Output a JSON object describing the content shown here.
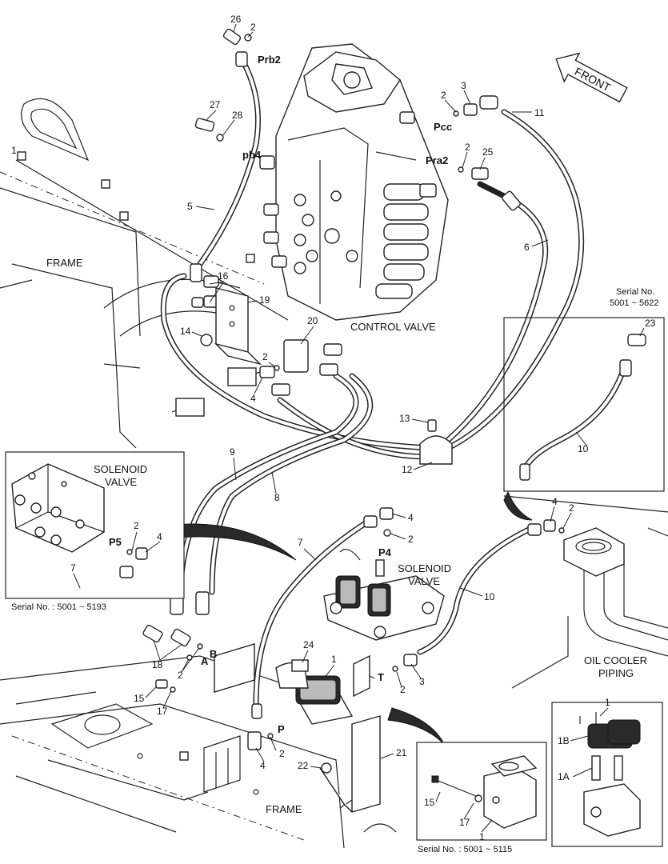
{
  "labels": {
    "frame_top": "FRAME",
    "frame_bottom": "FRAME",
    "control_valve": "CONTROL VALVE",
    "front": "FRONT",
    "solenoid_valve_right": "SOLENOID\nVALVE",
    "solenoid_valve_inset": "SOLENOID\nVALVE",
    "oil_cooler": "OIL COOLER\nPIPING",
    "serial_top_right": "Serial No.\n5001 ~ 5622",
    "serial_left": "Serial No. : 5001 ~ 5193",
    "serial_bottom": "Serial No. : 5001 ~ 5115"
  },
  "ports": {
    "prb2": "Prb2",
    "pcc": "Pcc",
    "pra2": "Pra2",
    "pb4": "pb4",
    "p5": "P5",
    "p4": "P4",
    "p": "P",
    "t": "T",
    "a": "A",
    "b": "B"
  },
  "callouts": {
    "c26": "26",
    "c2_a": "2",
    "c2_b": "2",
    "c3_a": "3",
    "c11": "11",
    "c27": "27",
    "c28": "28",
    "c2_c": "2",
    "c25": "25",
    "c5": "5",
    "c6": "6",
    "c16": "16",
    "c19": "19",
    "c14": "14",
    "c20": "20",
    "c2_d": "2",
    "c4_a": "4",
    "c23": "23",
    "c13": "13",
    "c10_a": "10",
    "c12": "12",
    "c9": "9",
    "c8": "8",
    "c4_b": "4",
    "c2_e": "2",
    "c7_a": "7",
    "c4_c": "4",
    "c2_f": "2",
    "c7_b": "7",
    "c4_d": "4",
    "c2_g": "2",
    "c10_b": "10",
    "c24": "24",
    "c1_a": "1",
    "c18": "18",
    "c2_h": "2",
    "c15_a": "15",
    "c17_a": "17",
    "c2_i": "2",
    "c3_b": "3",
    "c2_j": "2",
    "c4_e": "4",
    "c21": "21",
    "c22": "22",
    "c1_b": "1",
    "c1B": "1B",
    "c1A": "1A",
    "c15_b": "15",
    "c17_b": "17",
    "c1_c": "1",
    "c1_d": "1"
  }
}
